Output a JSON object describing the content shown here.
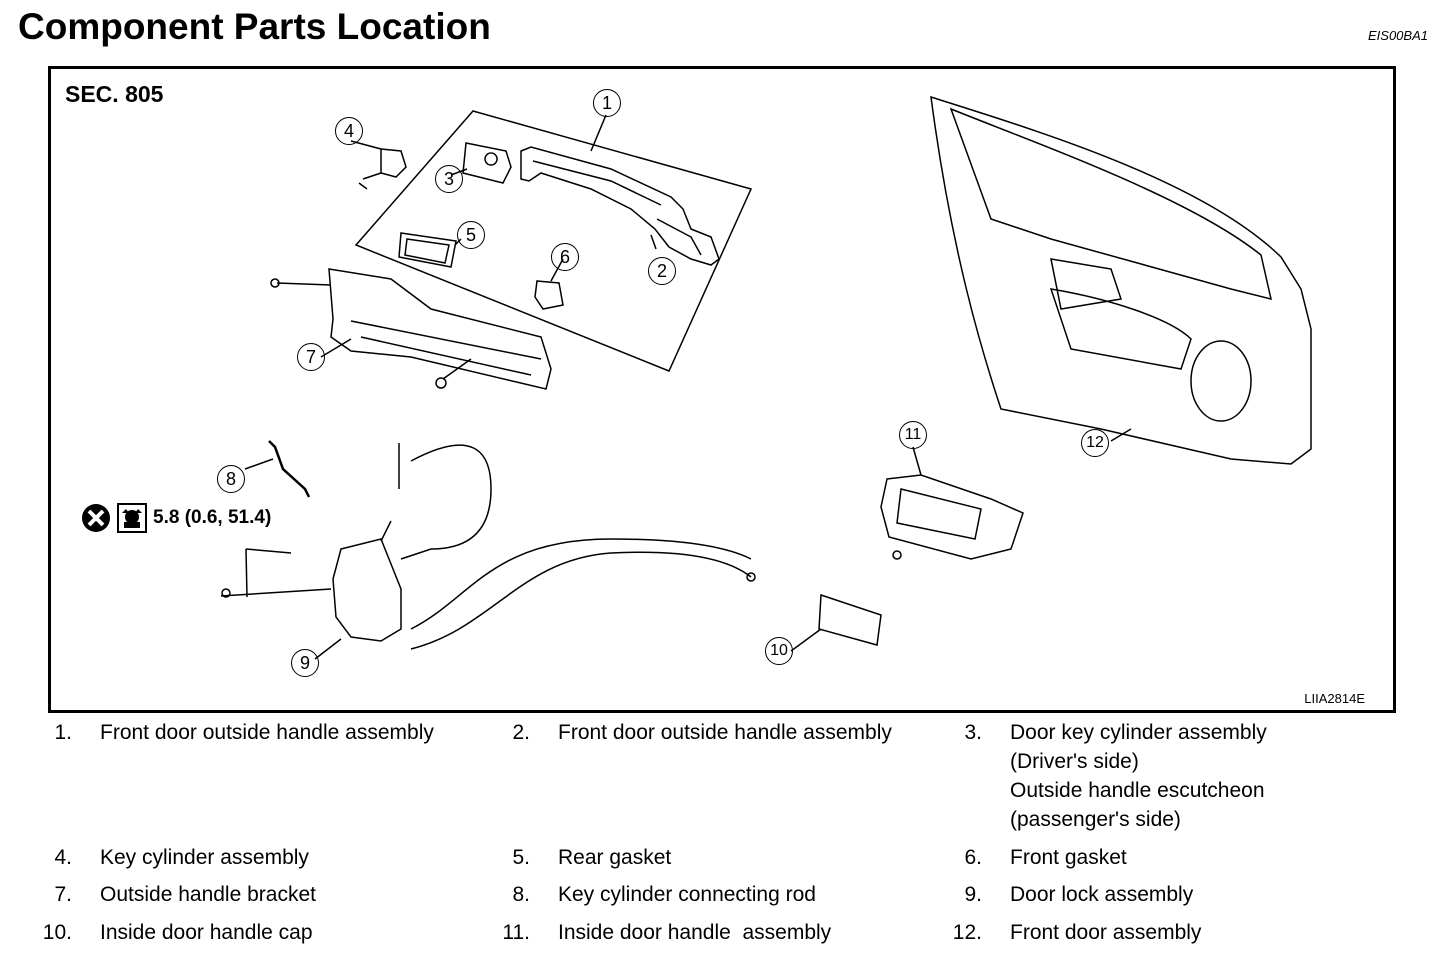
{
  "header": {
    "title": "Component Parts Location",
    "doc_code": "EIS00BA1"
  },
  "figure": {
    "section": "SEC. 805",
    "figure_code": "LIIA2814E",
    "torque_spec": {
      "text": "5.8 (0.6, 51.4)",
      "icons": [
        "do-not-reuse-icon",
        "torque-wrench-icon"
      ]
    },
    "callouts": [
      "1",
      "2",
      "3",
      "4",
      "5",
      "6",
      "7",
      "8",
      "9",
      "10",
      "11",
      "12"
    ]
  },
  "legend": [
    {
      "num": "1.",
      "label": "Front door outside handle assembly"
    },
    {
      "num": "2.",
      "label": "Front door outside handle assembly"
    },
    {
      "num": "3.",
      "label": "Door key cylinder assembly\n(Driver's side)\nOutside handle escutcheon\n(passenger's side)"
    },
    {
      "num": "4.",
      "label": "Key cylinder assembly"
    },
    {
      "num": "5.",
      "label": "Rear gasket"
    },
    {
      "num": "6.",
      "label": "Front gasket"
    },
    {
      "num": "7.",
      "label": "Outside handle bracket"
    },
    {
      "num": "8.",
      "label": "Key cylinder connecting rod"
    },
    {
      "num": "9.",
      "label": "Door lock assembly"
    },
    {
      "num": "10.",
      "label": "Inside door handle cap"
    },
    {
      "num": "11.",
      "label": "Inside door handle  assembly"
    },
    {
      "num": "12.",
      "label": "Front door assembly"
    }
  ]
}
